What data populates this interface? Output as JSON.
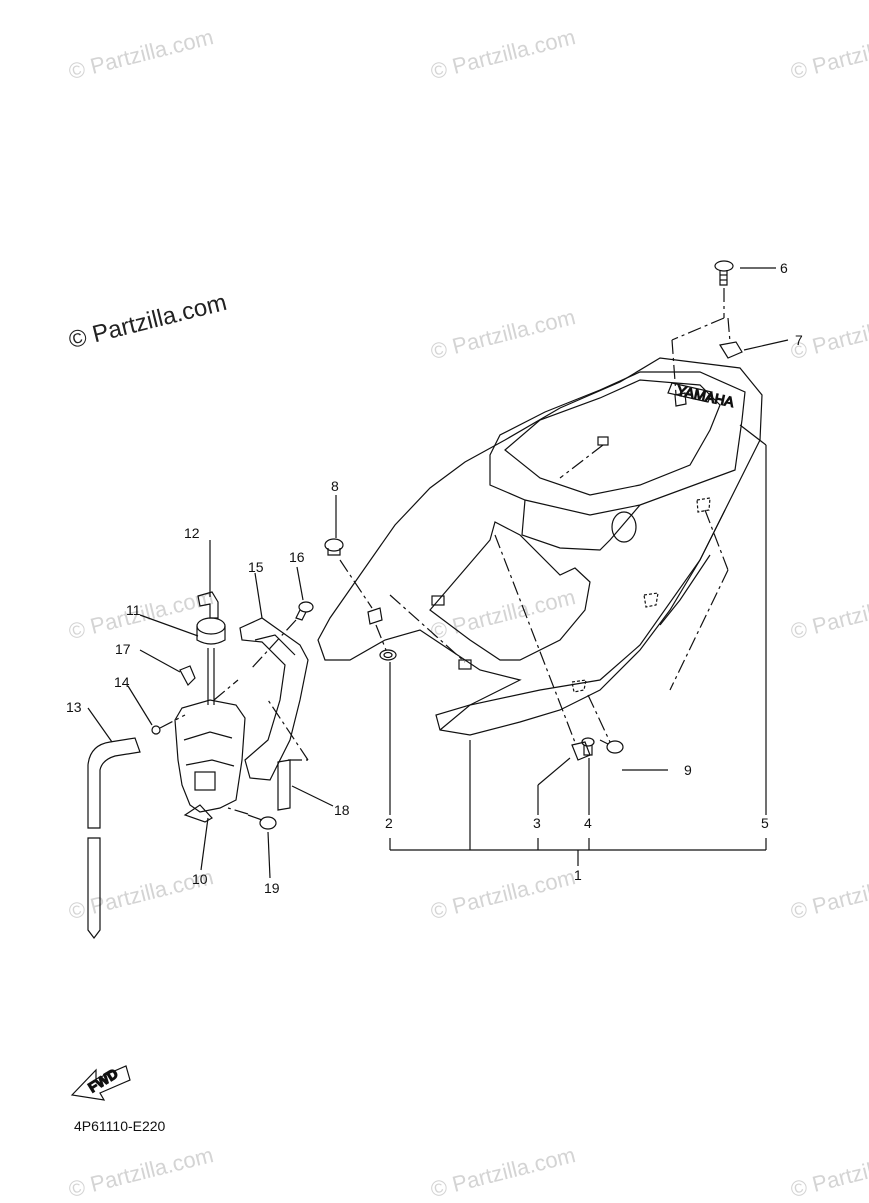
{
  "watermark_text": "© Partzilla.com",
  "copyright_text": "© Partzilla.com",
  "diagram_code": "4P61110-E220",
  "fwd_label": "FWD",
  "seat_logo_text": "YAMAHA",
  "callouts": {
    "c1": "1",
    "c2": "2",
    "c3": "3",
    "c4": "4",
    "c5": "5",
    "c6": "6",
    "c7": "7",
    "c8": "8",
    "c9": "9",
    "c10": "10",
    "c11": "11",
    "c12": "12",
    "c13": "13",
    "c14": "14",
    "c15": "15",
    "c16": "16",
    "c17": "17",
    "c18": "18",
    "c19": "19"
  }
}
